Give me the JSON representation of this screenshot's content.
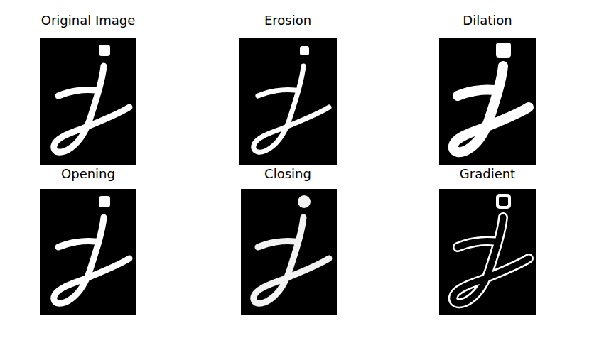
{
  "diagram": {
    "labels": [
      "Original Image",
      "Erosion",
      "Dilation",
      "Opening",
      "Closing",
      "Gradient"
    ]
  }
}
